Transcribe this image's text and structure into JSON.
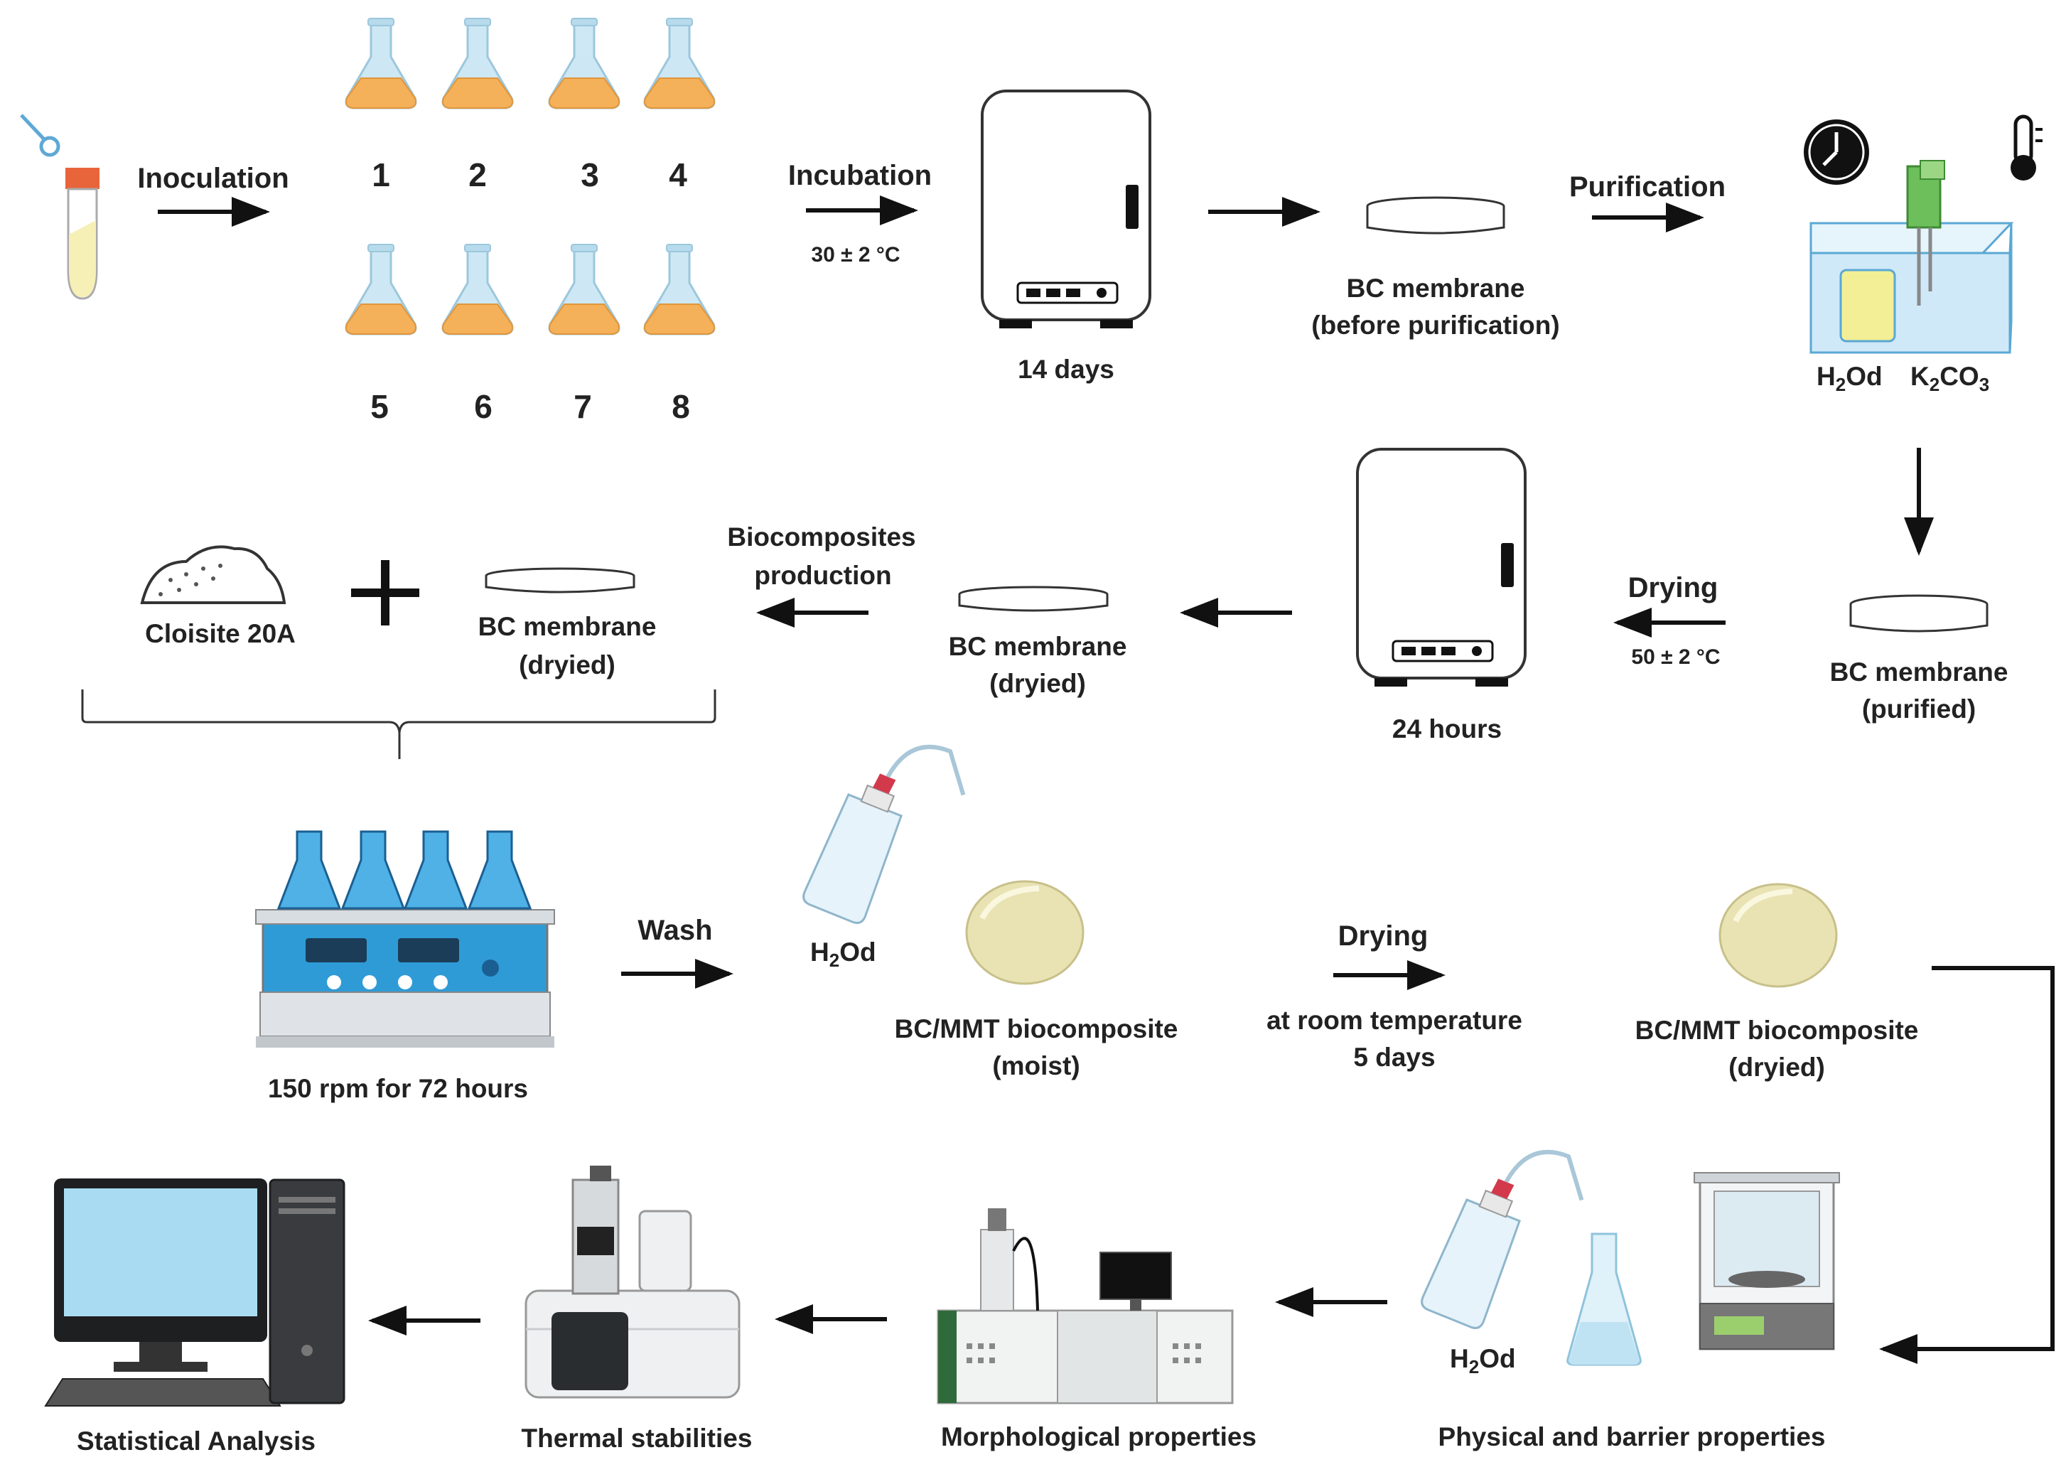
{
  "flasks_top": [
    "1",
    "2",
    "3",
    "4"
  ],
  "flasks_bottom": [
    "5",
    "6",
    "7",
    "8"
  ],
  "steps": {
    "inoculation": "Inoculation",
    "incubation": "Incubation",
    "incubation_temp": "30 ± 2 °C",
    "incubation_time": "14 days",
    "bc_before_1": "BC membrane",
    "bc_before_2": "(before purification)",
    "purification": "Purification",
    "bath_water": "H",
    "bath_water_sub": "2",
    "bath_water_end": "Od",
    "bath_salt_k": "K",
    "bath_salt_k_sub": "2",
    "bath_salt_co": "CO",
    "bath_salt_co_sub": "3",
    "bc_purified_1": "BC membrane",
    "bc_purified_2": "(purified)",
    "drying": "Drying",
    "drying_temp": "50 ± 2 °C",
    "drying_time": "24 hours",
    "bc_dryied_1": "BC membrane",
    "bc_dryied_2": "(dryied)",
    "biocomp_prod_1": "Biocomposites",
    "biocomp_prod_2": "production",
    "bc_dryied_b_1": "BC membrane",
    "bc_dryied_b_2": "(dryied)",
    "cloisite": "Cloisite 20A",
    "shaker": "150 rpm for 72 hours",
    "wash": "Wash",
    "wash_water": "H",
    "wash_water_sub": "2",
    "wash_water_end": "Od",
    "moist_1": "BC/MMT biocomposite",
    "moist_2": "(moist)",
    "drying2": "Drying",
    "drying2_cond_1": "at room temperature",
    "drying2_cond_2": "5 days",
    "dryied_1": "BC/MMT biocomposite",
    "dryied_2": "(dryied)",
    "phys_water": "H",
    "phys_water_sub": "2",
    "phys_water_end": "Od",
    "physical": "Physical and barrier properties",
    "morph": "Morphological properties",
    "thermal": "Thermal stabilities",
    "stats": "Statistical Analysis"
  },
  "colors": {
    "flask_liquid": "#f5b05a",
    "flask_glass": "#cde8f4",
    "arrow": "#111111",
    "incubator_stroke": "#333333",
    "biocomposite": "#e9e3b4",
    "bath_water": "#cfe9f8",
    "shaker_body": "#2f9bd6",
    "computer_screen": "#a9dcf3"
  }
}
